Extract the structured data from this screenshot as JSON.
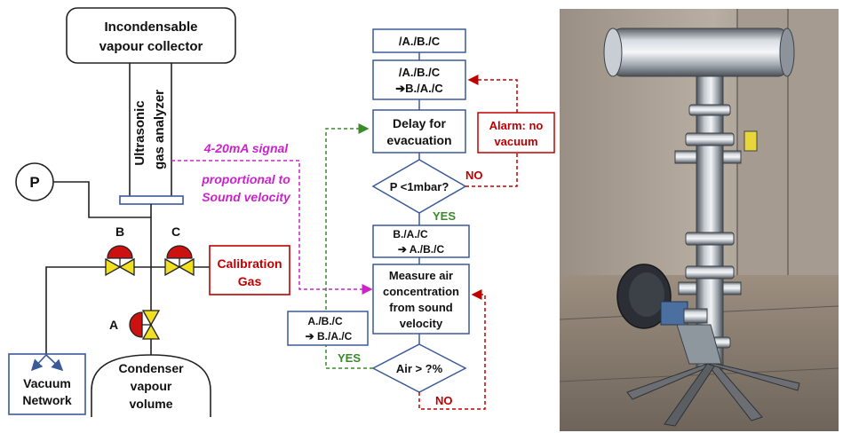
{
  "schematic": {
    "collector_line1": "Incondensable",
    "collector_line2": "vapour collector",
    "analyzer_line1": "Ultrasonic",
    "analyzer_line2": "gas analyzer",
    "pressure_symbol": "P",
    "valve_a": "A",
    "valve_b": "B",
    "valve_c": "C",
    "calibration_line1": "Calibration",
    "calibration_line2": "Gas",
    "vacuum_line1": "Vacuum",
    "vacuum_line2": "Network",
    "condenser_line1": "Condenser",
    "condenser_line2": "vapour",
    "condenser_line3": "volume",
    "signal_line1": "4-20mA signal",
    "signal_line2": "proportional to",
    "signal_line3": "Sound velocity"
  },
  "flowchart": {
    "box1": "/A./B./C",
    "box2_line1": "/A./B./C",
    "box2_line2": "➔B./A./C",
    "box3_line1": "Delay for",
    "box3_line2": "evacuation",
    "decision1": "P <1mbar?",
    "box4_line1": "B./A./C",
    "box4_line2": "➔ A./B./C",
    "box5_line1": "Measure air",
    "box5_line2": "concentration",
    "box5_line3": "from sound",
    "box5_line4": "velocity",
    "decision2": "Air > ?%",
    "side_box_line1": "A./B./C",
    "side_box_line2": "➔ B./A./C",
    "alarm_line1": "Alarm: no",
    "alarm_line2": "vacuum",
    "yes1": "YES",
    "no1": "NO",
    "yes2": "YES",
    "no2": "NO"
  },
  "colors": {
    "red": "#c00000",
    "green": "#3a8a2a",
    "magenta": "#cc22cc",
    "blue": "#3a5a9a",
    "valve_red": "#cc1111",
    "valve_yellow": "#f0e020"
  },
  "photo": {
    "icon": "apparatus-photo"
  }
}
